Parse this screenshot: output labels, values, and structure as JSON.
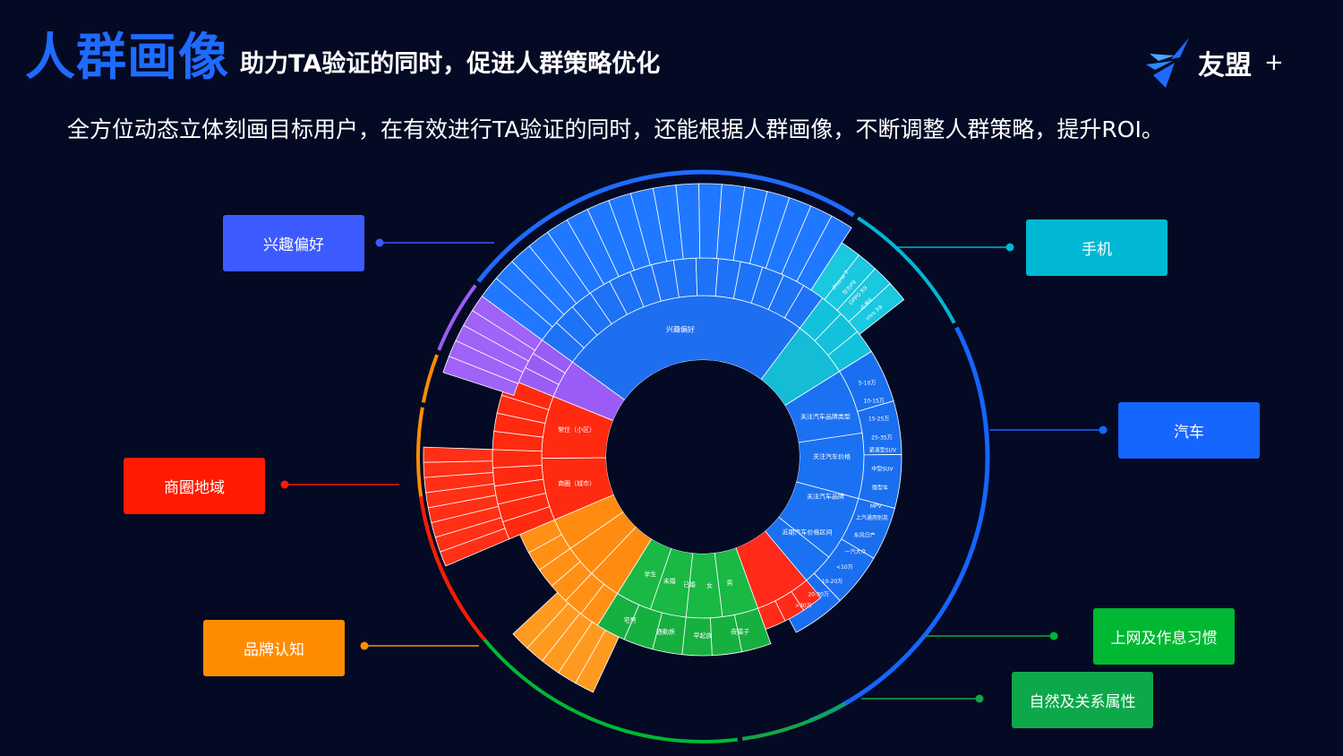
{
  "header": {
    "main_title": "人群画像",
    "sub_title": "助力TA验证的同时，促进人群策略优化"
  },
  "logo": {
    "name": "友盟",
    "plus": "+"
  },
  "description": "全方位动态立体刻画目标用户，在有效进行TA验证的同时，还能根据人群画像，不断调整人群策略，提升ROI。",
  "colors": {
    "background": "#040a24",
    "interest": "#3d5afe",
    "phone": "#00b8d4",
    "car": "#1565ff",
    "region": "#ff1a00",
    "brand": "#ff8c00",
    "habits": "#00b832",
    "nature": "#0da84a",
    "purple": "#9b5cf5"
  },
  "tags": {
    "interest": "兴趣偏好",
    "phone": "手机",
    "car": "汽车",
    "region": "商圈地域",
    "brand": "品牌认知",
    "habits": "上网及作息习惯",
    "nature": "自然及关系属性"
  },
  "sunburst_labels": {
    "inner_interest": "兴趣偏好",
    "inner_car_1": "关注汽车品牌类型",
    "inner_car_2": "关注汽车价格",
    "inner_car_3": "关注汽车品牌",
    "inner_car_4": "近期汽车价格区间",
    "inner_region_1": "商圈（城市）",
    "inner_region_2": "常住（小区）",
    "car_prices": [
      "5-10万",
      "10-15万",
      "15-25万",
      "25-35万"
    ],
    "car_brands": [
      "上汽通用别克",
      "东风日产",
      "一汽大众"
    ],
    "car_types": [
      "紧凑型SUV",
      "中型SUV",
      "微型车",
      "MPV"
    ],
    "car_ranges": [
      "<10万",
      "10-20万",
      "20-30万",
      ">30万"
    ],
    "phone_models": [
      "iPhone 7",
      "华为P9",
      "OPPO R9",
      "小米6",
      "vivo X9"
    ],
    "habit_items": [
      "夜猫子",
      "早起族",
      "通勤族",
      "宅男"
    ],
    "nature_items": [
      "男",
      "女",
      "已婚",
      "未婚",
      "学生"
    ]
  },
  "icon": "bird-logo-icon"
}
